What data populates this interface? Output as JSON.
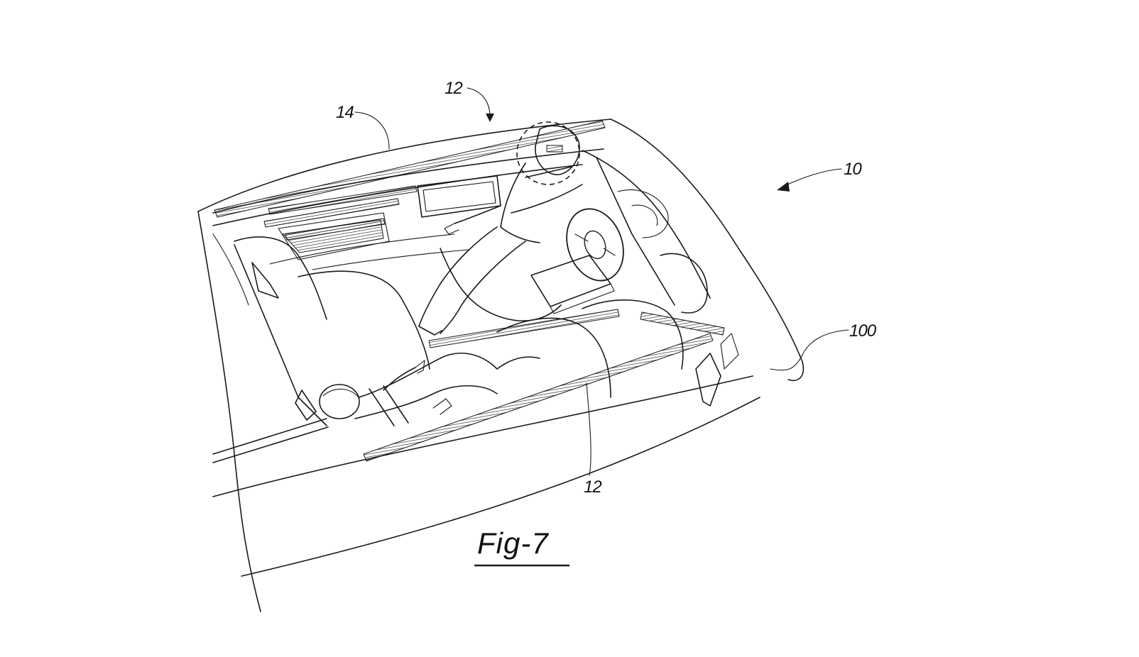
{
  "labels": {
    "ref_10": "10",
    "ref_12_top": "12",
    "ref_12_bottom": "12",
    "ref_14": "14",
    "ref_100": "100"
  },
  "caption": "Fig-7"
}
